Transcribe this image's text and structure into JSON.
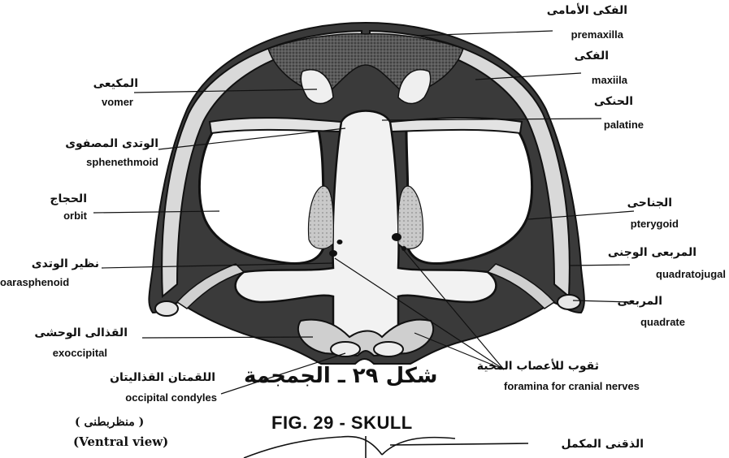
{
  "labels": {
    "premaxilla": {
      "ar": "الفكى الأمامى",
      "en": "premaxilla"
    },
    "maxilla": {
      "ar": "الفكى",
      "en": "maxiila"
    },
    "palatine": {
      "ar": "الحنكى",
      "en": "palatine"
    },
    "pterygoid": {
      "ar": "الجناحى",
      "en": "pterygoid"
    },
    "quadratojugal": {
      "ar": "المربعى الوجنى",
      "en": "quadratojugal"
    },
    "quadrate": {
      "ar": "المربعى",
      "en": "quadrate"
    },
    "foramina": {
      "ar": "ثقوب للأعصاب المخية",
      "en": "foramina for cranial nerves"
    },
    "vomer": {
      "ar": "المكيعى",
      "en": "vomer"
    },
    "sphenethmoid": {
      "ar": "الوتدى المصفوى",
      "en": "sphenethmoid"
    },
    "orbit": {
      "ar": "الحجاج",
      "en": "orbit"
    },
    "parasphenoid": {
      "ar": "نظير الوتدى",
      "en": "oarasphenoid"
    },
    "exoccipital": {
      "ar": "القذالى الوحشى",
      "en": "exoccipital"
    },
    "condyles": {
      "ar": "اللقمتان القذاليتان",
      "en": "occipital condyles"
    },
    "dentary": {
      "ar": "الذقنى المكمل"
    }
  },
  "caption": {
    "ar": "شكل ٢٩ ـ الجمجمة",
    "en": "FIG. 29 - SKULL"
  },
  "view": {
    "ar": "( منظربطنى )",
    "en": "(Ventral view)"
  }
}
